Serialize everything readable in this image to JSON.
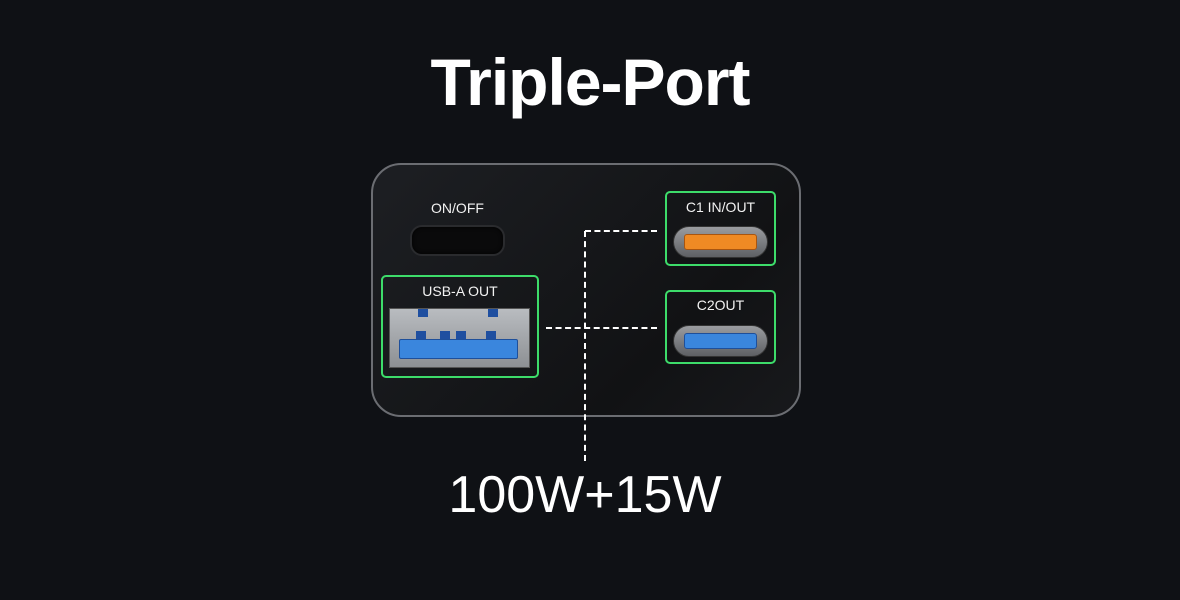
{
  "title": "Triple-Port",
  "panel": {
    "switch_label": "ON/OFF",
    "ports": [
      {
        "label": "USB-A OUT",
        "color": "#3a86dd"
      },
      {
        "label": "C1 IN/OUT",
        "color": "#ef8a24"
      },
      {
        "label": "C2OUT",
        "color": "#3a86dd"
      }
    ],
    "highlight_color": "#3ddc6a"
  },
  "power_label": "100W+15W"
}
